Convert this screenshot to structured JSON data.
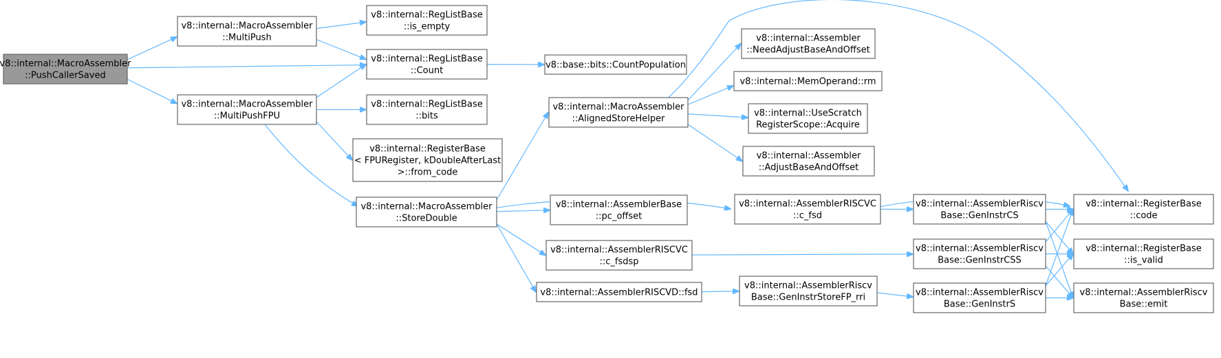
{
  "graph": {
    "colors": {
      "edge": "#63b8ff",
      "node_border": "#666666",
      "root_fill": "#999999",
      "node_fill": "#ffffff"
    },
    "nodes": [
      {
        "id": "push_caller_saved",
        "lines": [
          "v8::internal::MacroAssembler",
          "::PushCallerSaved"
        ],
        "root": true
      },
      {
        "id": "multi_push",
        "lines": [
          "v8::internal::MacroAssembler",
          "::MultiPush"
        ]
      },
      {
        "id": "multi_push_fpu",
        "lines": [
          "v8::internal::MacroAssembler",
          "::MultiPushFPU"
        ]
      },
      {
        "id": "is_empty",
        "lines": [
          "v8::internal::RegListBase",
          "::is_empty"
        ]
      },
      {
        "id": "count",
        "lines": [
          "v8::internal::RegListBase",
          "::Count"
        ]
      },
      {
        "id": "bits",
        "lines": [
          "v8::internal::RegListBase",
          "::bits"
        ]
      },
      {
        "id": "from_code",
        "lines": [
          "v8::internal::RegisterBase",
          "< FPURegister, kDoubleAfterLast",
          ">::from_code"
        ]
      },
      {
        "id": "count_population",
        "lines": [
          "v8::base::bits::CountPopulation"
        ]
      },
      {
        "id": "aligned_store_helper",
        "lines": [
          "v8::internal::MacroAssembler",
          "::AlignedStoreHelper"
        ]
      },
      {
        "id": "store_double",
        "lines": [
          "v8::internal::MacroAssembler",
          "::StoreDouble"
        ]
      },
      {
        "id": "need_adjust",
        "lines": [
          "v8::internal::Assembler",
          "::NeedAdjustBaseAndOffset"
        ]
      },
      {
        "id": "mem_operand_rm",
        "lines": [
          "v8::internal::MemOperand::rm"
        ]
      },
      {
        "id": "scratch_acquire",
        "lines": [
          "v8::internal::UseScratch",
          "RegisterScope::Acquire"
        ]
      },
      {
        "id": "adjust_base",
        "lines": [
          "v8::internal::Assembler",
          "::AdjustBaseAndOffset"
        ]
      },
      {
        "id": "pc_offset",
        "lines": [
          "v8::internal::AssemblerBase",
          "::pc_offset"
        ]
      },
      {
        "id": "c_fsdsp",
        "lines": [
          "v8::internal::AssemblerRISCVC",
          "::c_fsdsp"
        ]
      },
      {
        "id": "fsd",
        "lines": [
          "v8::internal::AssemblerRISCVD::fsd"
        ]
      },
      {
        "id": "c_fsd",
        "lines": [
          "v8::internal::AssemblerRISCVC",
          "::c_fsd"
        ]
      },
      {
        "id": "gen_store_fp",
        "lines": [
          "v8::internal::AssemblerRiscv",
          "Base::GenInstrStoreFP_rri"
        ]
      },
      {
        "id": "gen_cs",
        "lines": [
          "v8::internal::AssemblerRiscv",
          "Base::GenInstrCS"
        ]
      },
      {
        "id": "gen_css",
        "lines": [
          "v8::internal::AssemblerRiscv",
          "Base::GenInstrCSS"
        ]
      },
      {
        "id": "gen_s",
        "lines": [
          "v8::internal::AssemblerRiscv",
          "Base::GenInstrS"
        ]
      },
      {
        "id": "code",
        "lines": [
          "v8::internal::RegisterBase",
          "::code"
        ]
      },
      {
        "id": "is_valid",
        "lines": [
          "v8::internal::RegisterBase",
          "::is_valid"
        ]
      },
      {
        "id": "emit",
        "lines": [
          "v8::internal::AssemblerRiscv",
          "Base::emit"
        ]
      }
    ],
    "edges": [
      [
        "push_caller_saved",
        "multi_push"
      ],
      [
        "push_caller_saved",
        "count"
      ],
      [
        "push_caller_saved",
        "multi_push_fpu"
      ],
      [
        "multi_push",
        "is_empty"
      ],
      [
        "multi_push",
        "count"
      ],
      [
        "multi_push_fpu",
        "count"
      ],
      [
        "multi_push_fpu",
        "bits"
      ],
      [
        "multi_push_fpu",
        "from_code"
      ],
      [
        "multi_push_fpu",
        "store_double"
      ],
      [
        "count",
        "count_population"
      ],
      [
        "store_double",
        "aligned_store_helper"
      ],
      [
        "store_double",
        "c_fsd"
      ],
      [
        "store_double",
        "pc_offset"
      ],
      [
        "store_double",
        "c_fsdsp"
      ],
      [
        "store_double",
        "fsd"
      ],
      [
        "aligned_store_helper",
        "code"
      ],
      [
        "aligned_store_helper",
        "need_adjust"
      ],
      [
        "aligned_store_helper",
        "mem_operand_rm"
      ],
      [
        "aligned_store_helper",
        "scratch_acquire"
      ],
      [
        "aligned_store_helper",
        "adjust_base"
      ],
      [
        "c_fsd",
        "code"
      ],
      [
        "c_fsd",
        "gen_cs"
      ],
      [
        "c_fsdsp",
        "gen_css"
      ],
      [
        "fsd",
        "gen_store_fp"
      ],
      [
        "gen_store_fp",
        "gen_s"
      ],
      [
        "gen_cs",
        "code"
      ],
      [
        "gen_cs",
        "is_valid"
      ],
      [
        "gen_cs",
        "emit"
      ],
      [
        "gen_css",
        "code"
      ],
      [
        "gen_css",
        "is_valid"
      ],
      [
        "gen_css",
        "emit"
      ],
      [
        "gen_s",
        "code"
      ],
      [
        "gen_s",
        "is_valid"
      ],
      [
        "gen_s",
        "emit"
      ]
    ]
  }
}
